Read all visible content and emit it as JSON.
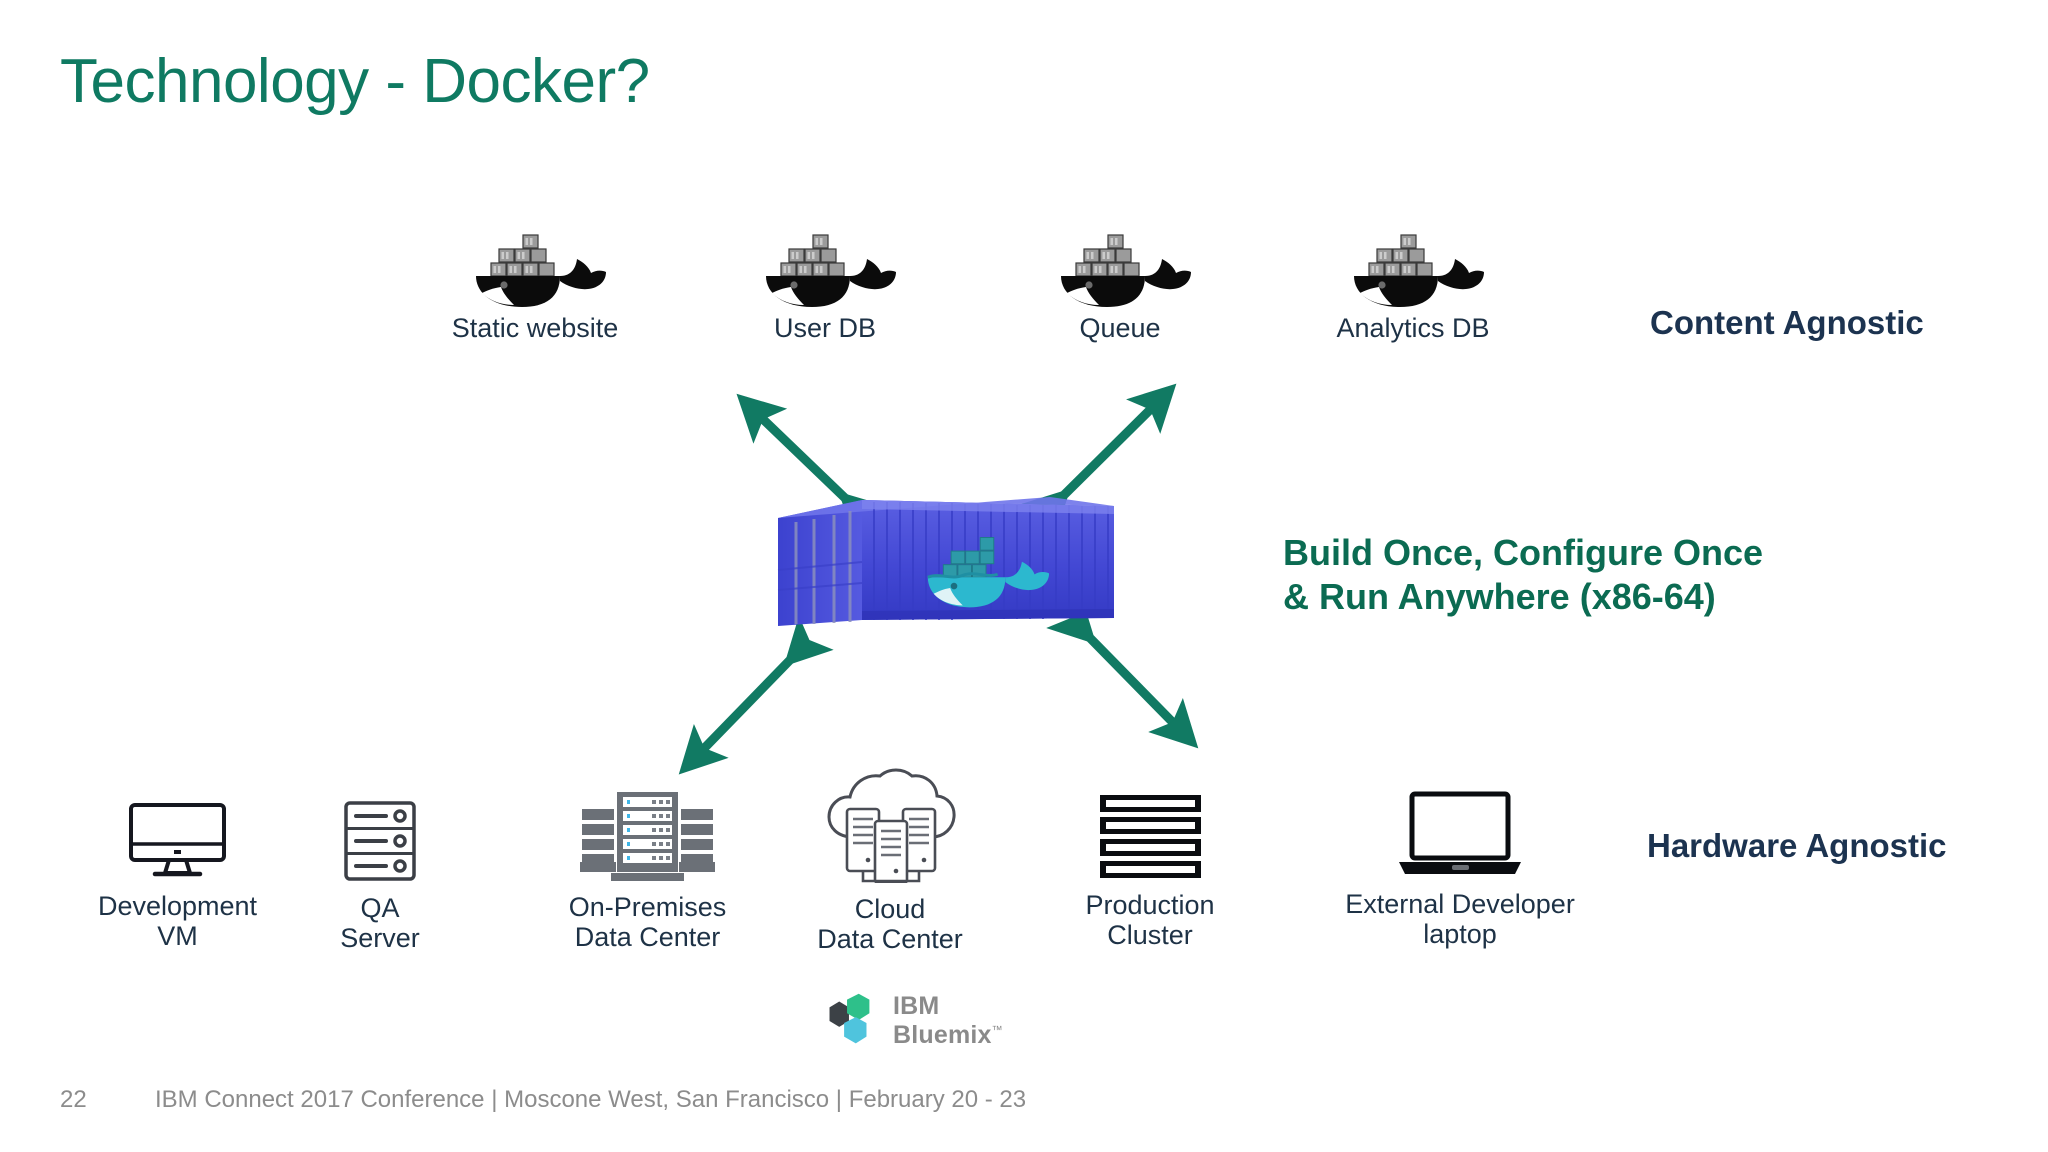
{
  "slide": {
    "title": "Technology - Docker?",
    "title_color": "#0f7a62",
    "background": "#ffffff"
  },
  "top_row": {
    "icon": "docker-whale-icon",
    "items": [
      {
        "label": "Static website"
      },
      {
        "label": "User DB"
      },
      {
        "label": "Queue"
      },
      {
        "label": "Analytics DB"
      }
    ]
  },
  "center": {
    "icon": "blue-shipping-container-with-docker-whale",
    "container_color": "#4a4fd6",
    "whale_color": "#23a7bf"
  },
  "bottom_row": {
    "items": [
      {
        "label": "Development\nVM",
        "icon": "desktop-monitor-icon"
      },
      {
        "label": "QA\nServer",
        "icon": "rack-server-icon"
      },
      {
        "label": "On-Premises\nData Center",
        "icon": "data-center-racks-icon"
      },
      {
        "label": "Cloud\nData Center",
        "icon": "cloud-servers-icon"
      },
      {
        "label": "Production\nCluster",
        "icon": "stacked-bars-cluster-icon"
      },
      {
        "label": "External Developer\nlaptop",
        "icon": "laptop-icon"
      }
    ]
  },
  "annotations": {
    "content_agnostic": "Content Agnostic",
    "build_run": "Build Once, Configure Once\n& Run Anywhere (x86-64)",
    "hardware_agnostic": "Hardware Agnostic",
    "navy_color": "#1c3350",
    "green_color": "#0b6b52"
  },
  "arrow_color": "#117a63",
  "logo": {
    "name": "ibm-bluemix-logo",
    "text": "IBM Bluemix",
    "tm": "™"
  },
  "footer": {
    "page_number": "22",
    "text": "IBM Connect 2017 Conference | Moscone West, San Francisco | February 20 - 23"
  }
}
